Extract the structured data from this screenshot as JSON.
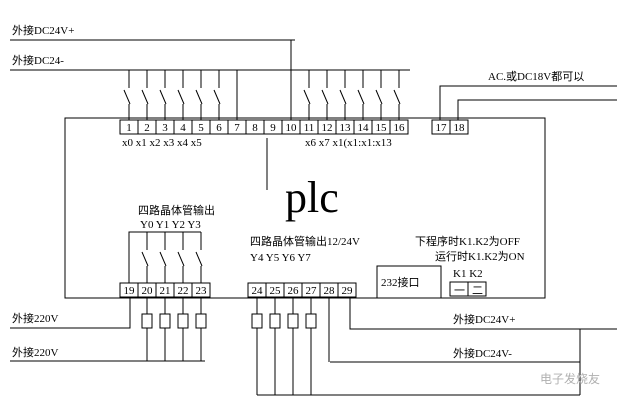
{
  "labels": {
    "dc24_plus_top": "外接DC24V+",
    "dc24_minus_top": "外接DC24-",
    "ac_note": "AC.或DC18V都可以",
    "input_row1": "x0 x1 x2 x3 x4 x5",
    "input_row2": "x6 x7 x1(x1:x1:x13",
    "plc": "plc",
    "transistor_out_a": "四路晶体管输出",
    "y_group_a": "Y0 Y1 Y2 Y3",
    "transistor_out_b": "四路晶体管输出12/24V",
    "y_group_b": "Y4 Y5 Y6 Y7",
    "program_note": "下程序时K1.K2为OFF",
    "run_note": "运行时K1.K2为ON",
    "port_232": "232接口",
    "k_labels": "K1 K2",
    "k1_box": "一",
    "k2_box": "二",
    "ext220_a": "外接220V",
    "ext220_b": "外接220V",
    "dc24_plus_bottom": "外接DC24V+",
    "dc24_minus_bottom": "外接DC24V-",
    "watermark": "电子发烧友"
  },
  "terminals_top": [
    "1",
    "2",
    "3",
    "4",
    "5",
    "6",
    "7",
    "8",
    "9",
    "10",
    "11",
    "12",
    "13",
    "14",
    "15",
    "16",
    "17",
    "18"
  ],
  "terminals_bottom_a": [
    "19",
    "20",
    "21",
    "22",
    "23"
  ],
  "terminals_bottom_b": [
    "24",
    "25",
    "26",
    "27",
    "28",
    "29"
  ]
}
